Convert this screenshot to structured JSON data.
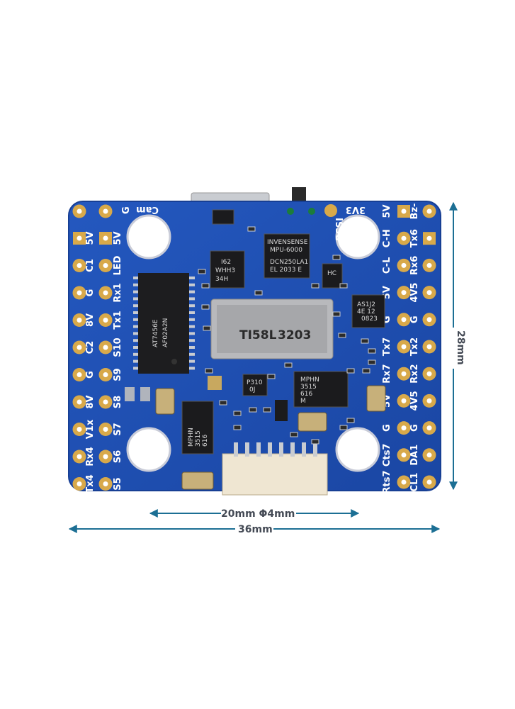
{
  "colors": {
    "board": "#1f4fb0",
    "board_edge": "#173f94",
    "pad_gold": "#d8a94a",
    "silk": "#ffffff",
    "dimension": "#1c6f94"
  },
  "board": {
    "top_labels": [
      "Cam",
      "RSSI",
      "3V3"
    ],
    "col1": [
      "5V",
      "C1",
      "G",
      "8V",
      "C2",
      "G",
      "8V",
      "V1x",
      "Rx4",
      "Tx4"
    ],
    "col2": [
      "5V",
      "LED",
      "Rx1",
      "Tx1",
      "S10",
      "S9",
      "S8",
      "S7",
      "S6",
      "S5"
    ],
    "col3": [
      "5V",
      "C-H",
      "C-L",
      "5V",
      "G",
      "Tx7",
      "Rx7",
      "5V",
      "G",
      "Cts7",
      "Rts7"
    ],
    "col4": [
      "Bz-",
      "Tx6",
      "Rx6",
      "4V5",
      "G",
      "Tx2",
      "Rx2",
      "4V5",
      "G",
      "DA1",
      "CL1"
    ],
    "top_left_g": "G",
    "chips": {
      "mcu": [
        "AT7456E",
        "AF02A2N"
      ],
      "imu": [
        "INVENSENSE",
        "MPU-6000",
        "DCN250LA1",
        "EL 2033 E"
      ],
      "sd": [
        "TI58L",
        "3203"
      ],
      "baro": [
        "I62",
        "WHH3",
        "34H"
      ],
      "reg1": [
        "MPHN",
        "3515",
        "616",
        "M"
      ],
      "reg2": [
        "MPHN",
        "3515",
        "616"
      ],
      "misc1": [
        "AS1J2",
        "4E 12",
        "0823"
      ],
      "misc2": [
        "P310",
        "0J"
      ],
      "misc3": [
        "HC"
      ]
    }
  },
  "dimensions": {
    "inner": "20mm  Φ4mm",
    "outer": "36mm",
    "height": "28mm"
  }
}
